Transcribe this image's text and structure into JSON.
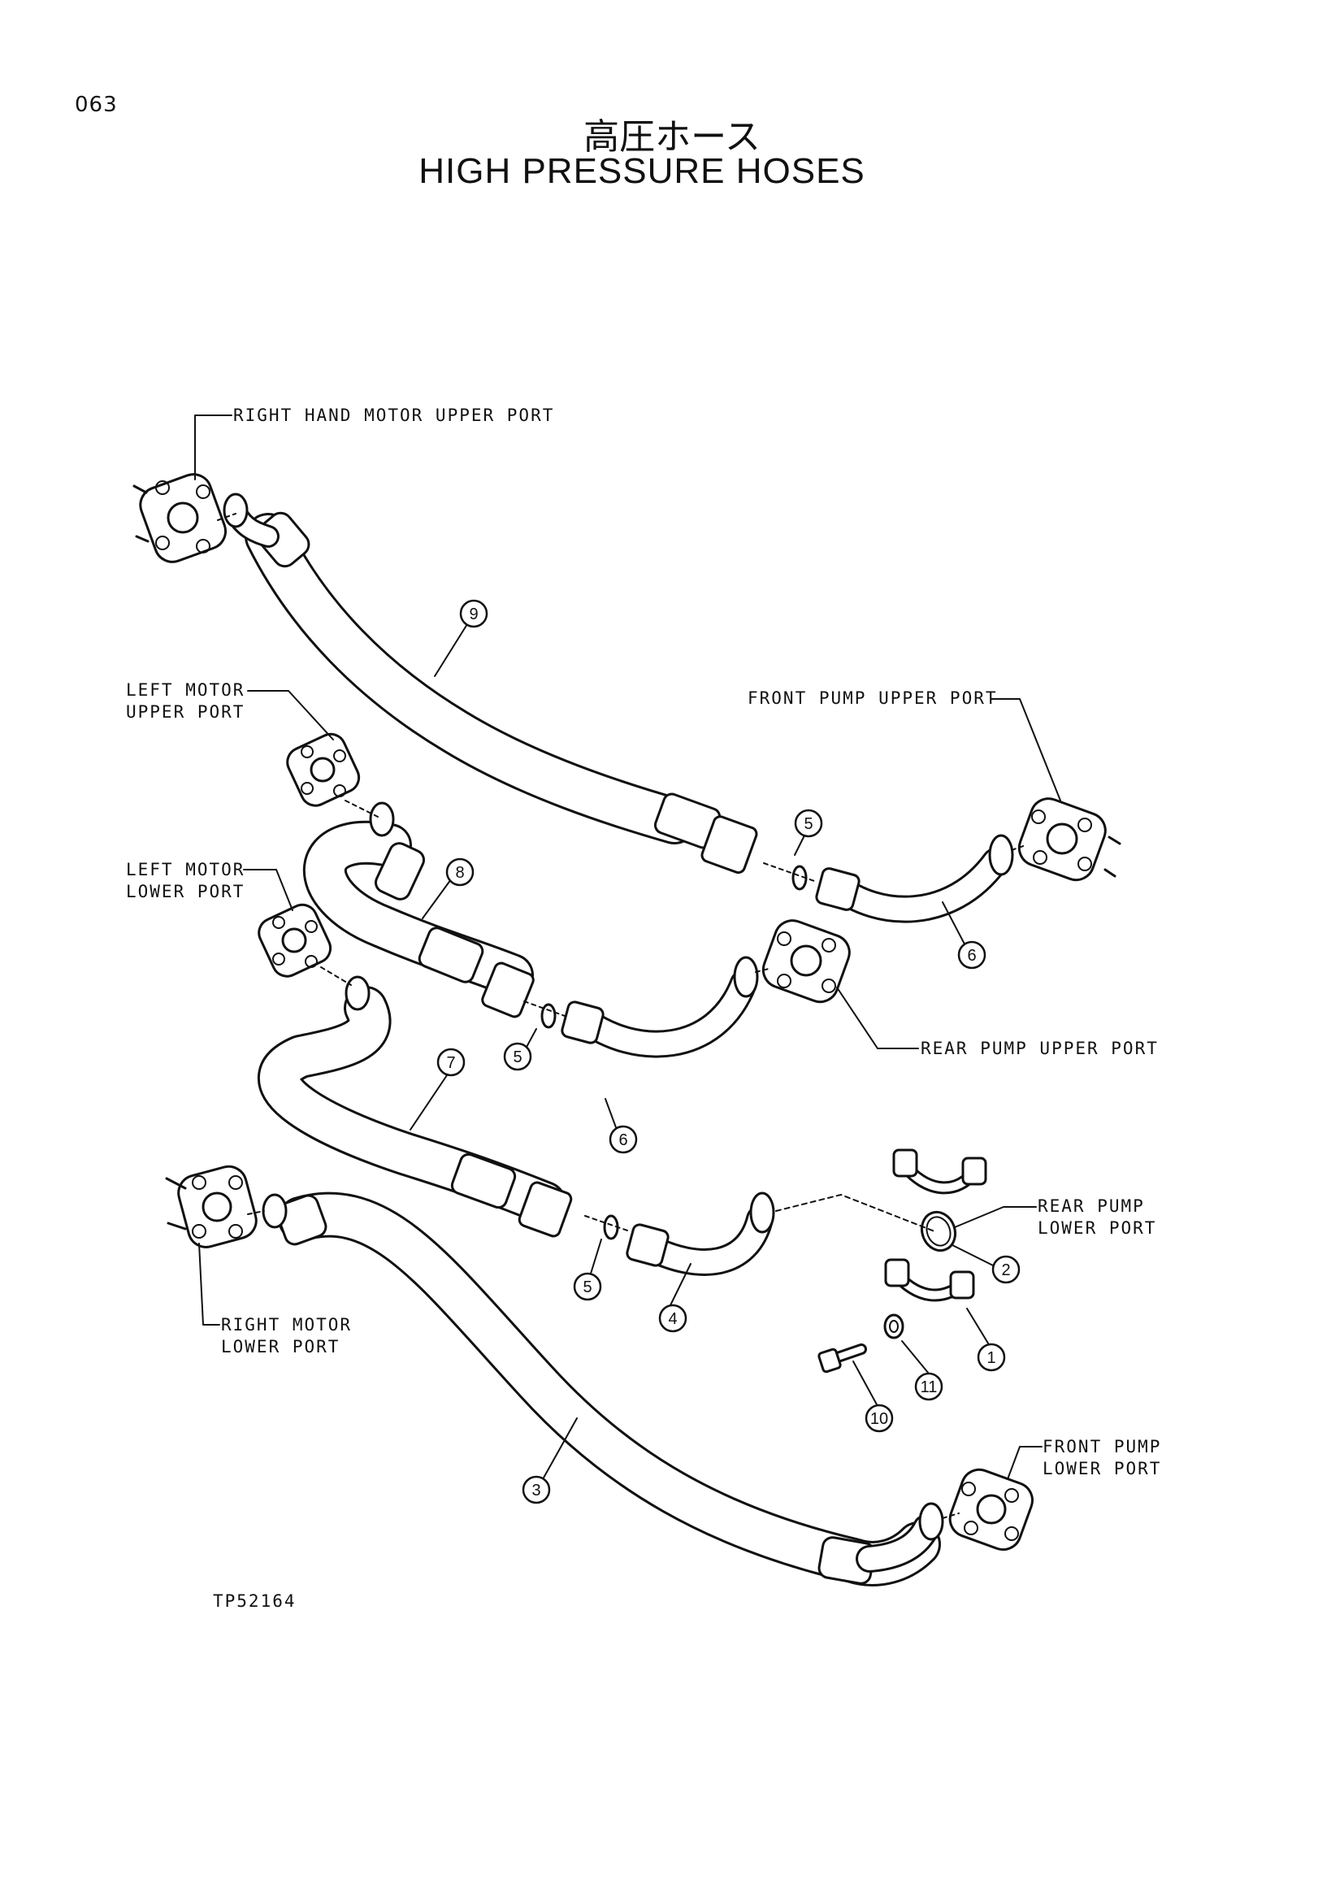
{
  "page_number": "063",
  "title_jp": "高圧ホース",
  "title_en": "HIGH PRESSURE HOSES",
  "drawing_code": "TP52164",
  "labels": {
    "right_hand_motor_upper_port": "RIGHT HAND MOTOR UPPER PORT",
    "left_motor_upper_port": "LEFT MOTOR\nUPPER PORT",
    "left_motor_lower_port": "LEFT MOTOR\nLOWER PORT",
    "front_pump_upper_port": "FRONT PUMP UPPER PORT",
    "rear_pump_upper_port": "REAR PUMP UPPER PORT",
    "rear_pump_lower_port": "REAR PUMP\nLOWER PORT",
    "right_motor_lower_port": "RIGHT MOTOR\nLOWER PORT",
    "front_pump_lower_port": "FRONT PUMP\nLOWER PORT"
  },
  "callouts": [
    "9",
    "5",
    "8",
    "6",
    "5",
    "6",
    "7",
    "2",
    "5",
    "4",
    "1",
    "11",
    "10",
    "3"
  ]
}
